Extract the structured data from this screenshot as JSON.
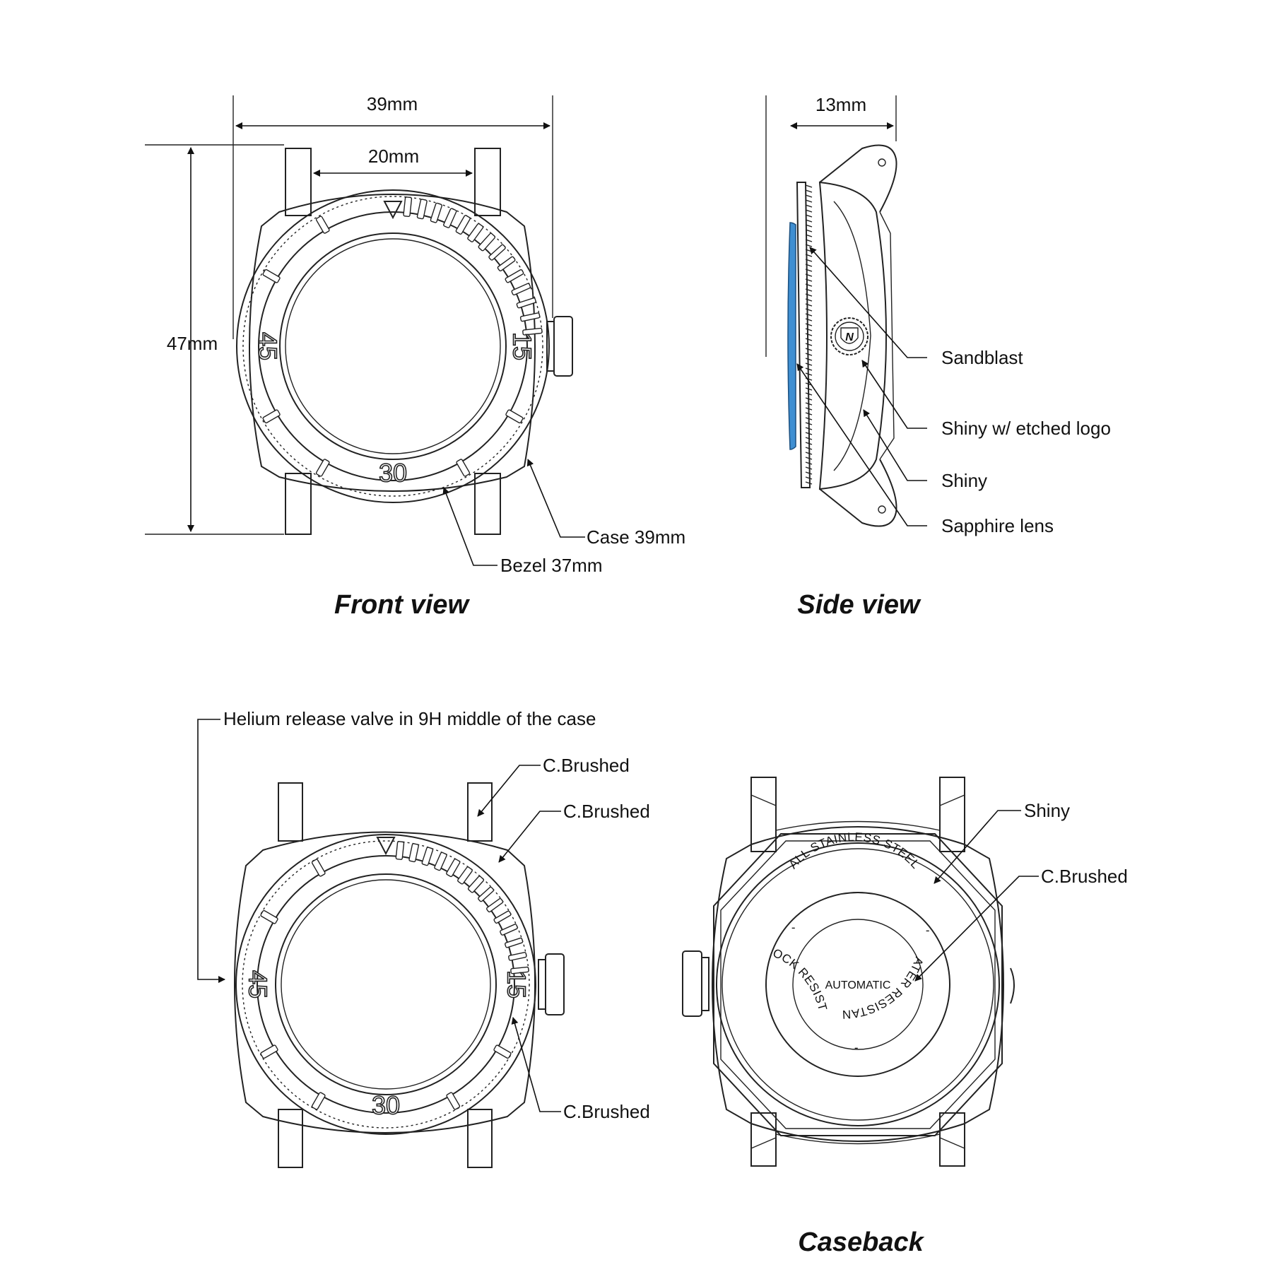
{
  "views": {
    "front_title": "Front view",
    "side_title": "Side view",
    "caseback_title": "Caseback"
  },
  "dimensions": {
    "width_case": "39mm",
    "width_lug": "20mm",
    "height": "47mm",
    "thickness": "13mm"
  },
  "front_labels": {
    "case": "Case 39mm",
    "bezel": "Bezel 37mm"
  },
  "bezel_numerals": [
    "15",
    "30",
    "45"
  ],
  "side_labels": {
    "sandblast": "Sandblast",
    "shiny_logo": "Shiny w/ etched logo",
    "shiny": "Shiny",
    "sapphire": "Sapphire lens"
  },
  "side_logo_letter": "N",
  "angled_labels": {
    "helium": "Helium release valve in 9H middle of the case",
    "brushed_lug": "C.Brushed",
    "brushed_bezel": "C.Brushed",
    "brushed_side": "C.Brushed"
  },
  "caseback_labels": {
    "shiny": "Shiny",
    "brushed": "C.Brushed",
    "center": "AUTOMATIC",
    "ring_top": "ALL STAINLESS STEEL",
    "ring_right": "WATER RESISTANT",
    "ring_left": "SHOCK RESISTANT",
    "sep": "-"
  }
}
